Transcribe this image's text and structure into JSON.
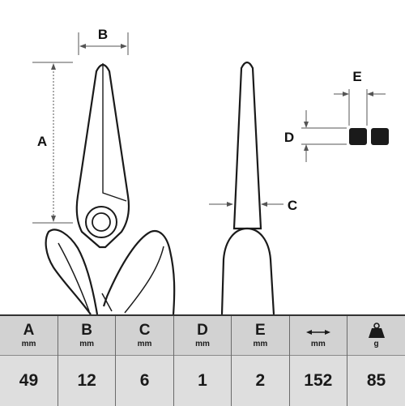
{
  "labels": {
    "A": "A",
    "B": "B",
    "C": "C",
    "D": "D",
    "E": "E"
  },
  "table": {
    "columns": [
      {
        "key": "A",
        "label": "A",
        "unit": "mm",
        "value": "49"
      },
      {
        "key": "B",
        "label": "B",
        "unit": "mm",
        "value": "12"
      },
      {
        "key": "C",
        "label": "C",
        "unit": "mm",
        "value": "6"
      },
      {
        "key": "D",
        "label": "D",
        "unit": "mm",
        "value": "1"
      },
      {
        "key": "E",
        "label": "E",
        "unit": "mm",
        "value": "2"
      },
      {
        "key": "length",
        "icon": "double-arrow-length-icon",
        "label": "",
        "unit": "mm",
        "value": "152"
      },
      {
        "key": "weight",
        "icon": "weight-icon",
        "label": "",
        "unit": "g",
        "value": "85"
      }
    ]
  }
}
